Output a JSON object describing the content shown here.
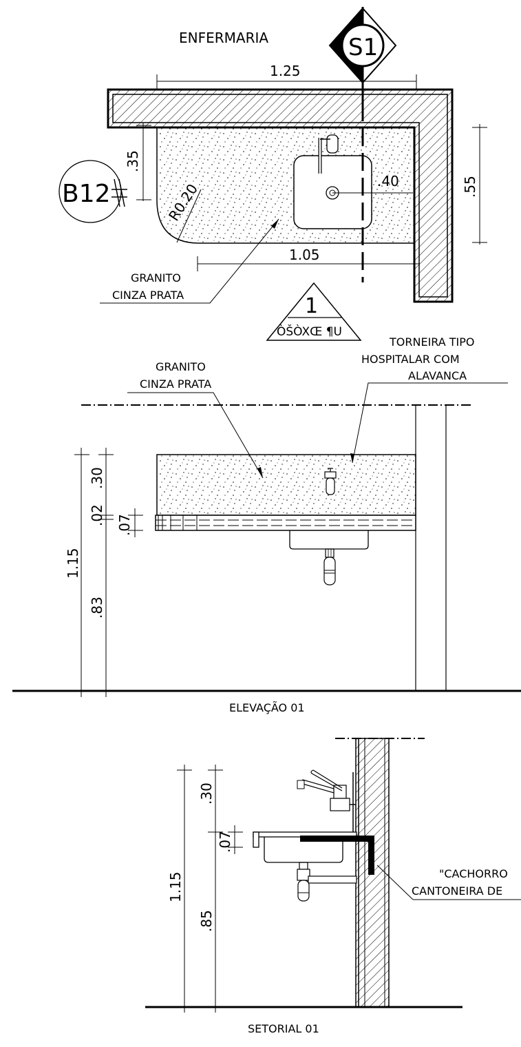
{
  "plan": {
    "title": "ENFERMARIA",
    "section_marker": "S1",
    "dims": {
      "top_width": "1.25",
      "inner_width": "1.05",
      "depth": ".35",
      "right_depth": ".55",
      "sink_offset": ".40",
      "radius": "R0.20"
    },
    "tag": "B12",
    "granite_label_1": "GRANITO",
    "granite_label_2": "CINZA PRATA",
    "view_number": "1",
    "view_code": "ÒŠÒXŒ ¶U"
  },
  "elevation": {
    "title": "ELEVAÇÃO 01",
    "granite_label_1": "GRANITO",
    "granite_label_2": "CINZA PRATA",
    "faucet_label_1": "TORNEIRA TIPO",
    "faucet_label_2": "HOSPITALAR COM",
    "faucet_label_3": "ALAVANCA",
    "dims": {
      "total": "1.15",
      "upper": ".30",
      "d02": ".02",
      "d07": ".07",
      "lower": ".83"
    }
  },
  "section": {
    "title": "SETORIAL 01",
    "bracket_label_1": "\"CACHORRO",
    "bracket_label_2": "CANTONEIRA DE",
    "dims": {
      "total": "1.15",
      "upper": ".30",
      "d07": ".07",
      "lower": ".85"
    }
  }
}
